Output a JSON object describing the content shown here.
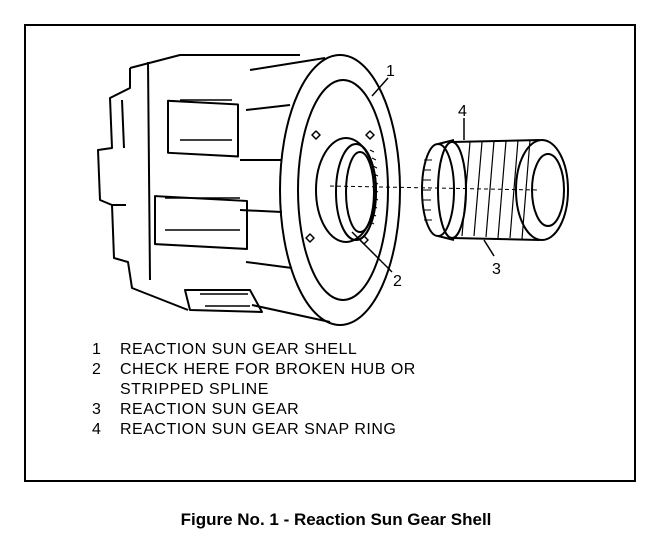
{
  "callouts": [
    "1",
    "2",
    "3",
    "4"
  ],
  "legend": [
    {
      "number": "1",
      "lines": [
        "REACTION SUN GEAR SHELL"
      ]
    },
    {
      "number": "2",
      "lines": [
        "CHECK HERE FOR BROKEN HUB OR",
        "STRIPPED SPLINE"
      ]
    },
    {
      "number": "3",
      "lines": [
        "REACTION SUN GEAR"
      ]
    },
    {
      "number": "4",
      "lines": [
        "REACTION SUN GEAR SNAP RING"
      ]
    }
  ],
  "caption": "Figure No. 1 - Reaction Sun Gear Shell",
  "colors": {
    "ink": "#000000",
    "paper": "#ffffff"
  }
}
